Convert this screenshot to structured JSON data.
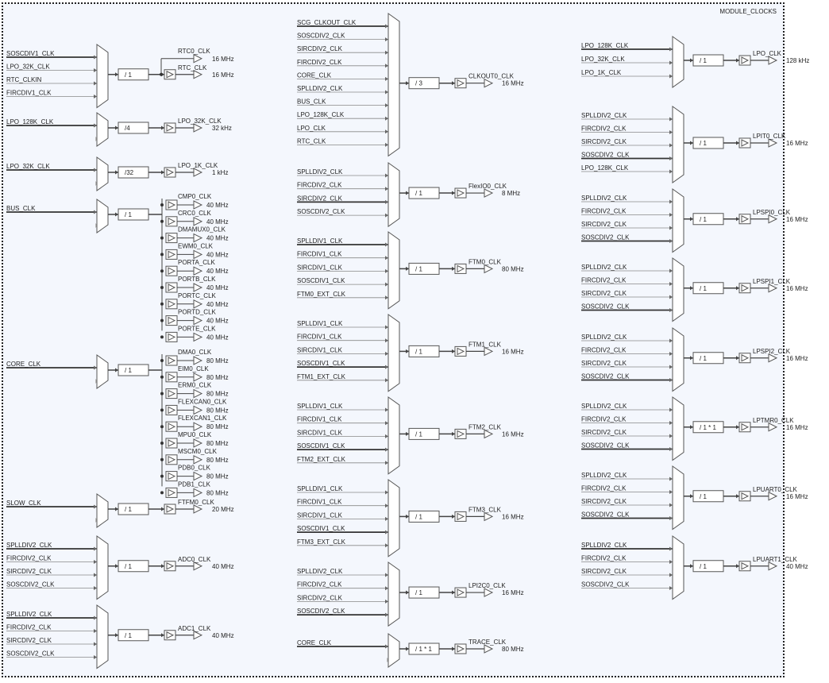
{
  "frame": {
    "title": "MODULE_CLOCKS"
  },
  "modules": [
    {
      "id": "rtc",
      "inputs": [
        "SOSCDIV1_CLK",
        "LPO_32K_CLK",
        "RTC_CLKIN",
        "FIRCDIV1_CLK"
      ],
      "active": 0,
      "divider": "/ 1",
      "outputs": [
        {
          "name": "RTC_CLK",
          "freq": "16 MHz"
        },
        {
          "name": "RTC0_CLK",
          "freq": "16 MHz"
        }
      ]
    },
    {
      "id": "lpo32k",
      "inputs": [
        "LPO_128K_CLK"
      ],
      "active": 0,
      "divider": "/4",
      "outputs": [
        {
          "name": "LPO_32K_CLK",
          "freq": "32 kHz"
        }
      ]
    },
    {
      "id": "lpo1k",
      "inputs": [
        "LPO_32K_CLK"
      ],
      "active": 0,
      "divider": "/32",
      "outputs": [
        {
          "name": "LPO_1K_CLK",
          "freq": "1 kHz"
        }
      ]
    },
    {
      "id": "bus",
      "inputs": [
        "BUS_CLK"
      ],
      "active": 0,
      "divider": "/ 1",
      "outputs": [
        {
          "name": "CMP0_CLK",
          "freq": "40 MHz"
        },
        {
          "name": "CRC0_CLK",
          "freq": "40 MHz"
        },
        {
          "name": "DMAMUX0_CLK",
          "freq": "40 MHz"
        },
        {
          "name": "EWM0_CLK",
          "freq": "40 MHz"
        },
        {
          "name": "PORTA_CLK",
          "freq": "40 MHz"
        },
        {
          "name": "PORTB_CLK",
          "freq": "40 MHz"
        },
        {
          "name": "PORTC_CLK",
          "freq": "40 MHz"
        },
        {
          "name": "PORTD_CLK",
          "freq": "40 MHz"
        },
        {
          "name": "PORTE_CLK",
          "freq": "40 MHz"
        }
      ]
    },
    {
      "id": "core",
      "inputs": [
        "CORE_CLK"
      ],
      "active": 0,
      "divider": "/ 1",
      "outputs": [
        {
          "name": "DMA0_CLK",
          "freq": "80 MHz"
        },
        {
          "name": "EIM0_CLK",
          "freq": "80 MHz"
        },
        {
          "name": "ERM0_CLK",
          "freq": "80 MHz"
        },
        {
          "name": "FLEXCAN0_CLK",
          "freq": "80 MHz"
        },
        {
          "name": "FLEXCAN1_CLK",
          "freq": "80 MHz"
        },
        {
          "name": "MPU0_CLK",
          "freq": "80 MHz"
        },
        {
          "name": "MSCM0_CLK",
          "freq": "80 MHz"
        },
        {
          "name": "PDB0_CLK",
          "freq": "80 MHz"
        },
        {
          "name": "PDB1_CLK",
          "freq": "80 MHz"
        }
      ]
    },
    {
      "id": "slow",
      "inputs": [
        "SLOW_CLK"
      ],
      "active": 0,
      "divider": "/ 1",
      "outputs": [
        {
          "name": "FTFM0_CLK",
          "freq": "20 MHz"
        }
      ]
    },
    {
      "id": "adc0",
      "inputs": [
        "SPLLDIV2_CLK",
        "FIRCDIV2_CLK",
        "SIRCDIV2_CLK",
        "SOSCDIV2_CLK"
      ],
      "active": 0,
      "divider": "/ 1",
      "outputs": [
        {
          "name": "ADC0_CLK",
          "freq": "40 MHz"
        }
      ]
    },
    {
      "id": "adc1",
      "inputs": [
        "SPLLDIV2_CLK",
        "FIRCDIV2_CLK",
        "SIRCDIV2_CLK",
        "SOSCDIV2_CLK"
      ],
      "active": 0,
      "divider": "/ 1",
      "outputs": [
        {
          "name": "ADC1_CLK",
          "freq": "40 MHz"
        }
      ]
    },
    {
      "id": "clkout",
      "inputs": [
        "SCG_CLKOUT_CLK",
        "SOSCDIV2_CLK",
        "SIRCDIV2_CLK",
        "FIRCDIV2_CLK",
        "CORE_CLK",
        "SPLLDIV2_CLK",
        "BUS_CLK",
        "LPO_128K_CLK",
        "LPO_CLK",
        "RTC_CLK"
      ],
      "active": 0,
      "divider": "/ 3",
      "outputs": [
        {
          "name": "CLKOUT0_CLK",
          "freq": "16 MHz"
        }
      ]
    },
    {
      "id": "flexio",
      "inputs": [
        "SPLLDIV2_CLK",
        "FIRCDIV2_CLK",
        "SIRCDIV2_CLK",
        "SOSCDIV2_CLK"
      ],
      "active": 2,
      "divider": "/ 1",
      "outputs": [
        {
          "name": "FlexIO0_CLK",
          "freq": "8 MHz"
        }
      ]
    },
    {
      "id": "ftm0",
      "inputs": [
        "SPLLDIV1_CLK",
        "FIRCDIV1_CLK",
        "SIRCDIV1_CLK",
        "SOSCDIV1_CLK",
        "FTM0_EXT_CLK"
      ],
      "active": 0,
      "divider": "/ 1",
      "outputs": [
        {
          "name": "FTM0_CLK",
          "freq": "80 MHz"
        }
      ]
    },
    {
      "id": "ftm1",
      "inputs": [
        "SPLLDIV1_CLK",
        "FIRCDIV1_CLK",
        "SIRCDIV1_CLK",
        "SOSCDIV1_CLK",
        "FTM1_EXT_CLK"
      ],
      "active": 3,
      "divider": "/ 1",
      "outputs": [
        {
          "name": "FTM1_CLK",
          "freq": "16 MHz"
        }
      ]
    },
    {
      "id": "ftm2",
      "inputs": [
        "SPLLDIV1_CLK",
        "FIRCDIV1_CLK",
        "SIRCDIV1_CLK",
        "SOSCDIV1_CLK",
        "FTM2_EXT_CLK"
      ],
      "active": 3,
      "divider": "/ 1",
      "outputs": [
        {
          "name": "FTM2_CLK",
          "freq": "16 MHz"
        }
      ]
    },
    {
      "id": "ftm3",
      "inputs": [
        "SPLLDIV1_CLK",
        "FIRCDIV1_CLK",
        "SIRCDIV1_CLK",
        "SOSCDIV1_CLK",
        "FTM3_EXT_CLK"
      ],
      "active": 3,
      "divider": "/ 1",
      "outputs": [
        {
          "name": "FTM3_CLK",
          "freq": "16 MHz"
        }
      ]
    },
    {
      "id": "lpi2c0",
      "inputs": [
        "SPLLDIV2_CLK",
        "FIRCDIV2_CLK",
        "SIRCDIV2_CLK",
        "SOSCDIV2_CLK"
      ],
      "active": 3,
      "divider": "/ 1",
      "outputs": [
        {
          "name": "LPI2C0_CLK",
          "freq": "16 MHz"
        }
      ]
    },
    {
      "id": "trace",
      "inputs": [
        "CORE_CLK"
      ],
      "active": 0,
      "divider": "/ 1 * 1",
      "outputs": [
        {
          "name": "TRACE_CLK",
          "freq": "80 MHz"
        }
      ]
    },
    {
      "id": "lpo",
      "inputs": [
        "LPO_128K_CLK",
        "LPO_32K_CLK",
        "LPO_1K_CLK"
      ],
      "active": 0,
      "divider": "/ 1",
      "outputs": [
        {
          "name": "LPO_CLK",
          "freq": "128 kHz"
        }
      ]
    },
    {
      "id": "lpit0",
      "inputs": [
        "SPLLDIV2_CLK",
        "FIRCDIV2_CLK",
        "SIRCDIV2_CLK",
        "SOSCDIV2_CLK",
        "LPO_128K_CLK"
      ],
      "active": 3,
      "divider": "/ 1",
      "outputs": [
        {
          "name": "LPIT0_CLK",
          "freq": "16 MHz"
        }
      ]
    },
    {
      "id": "lpspi0",
      "inputs": [
        "SPLLDIV2_CLK",
        "FIRCDIV2_CLK",
        "SIRCDIV2_CLK",
        "SOSCDIV2_CLK"
      ],
      "active": 3,
      "divider": "/ 1",
      "outputs": [
        {
          "name": "LPSPI0_CLK",
          "freq": "16 MHz"
        }
      ]
    },
    {
      "id": "lpspi1",
      "inputs": [
        "SPLLDIV2_CLK",
        "FIRCDIV2_CLK",
        "SIRCDIV2_CLK",
        "SOSCDIV2_CLK"
      ],
      "active": 3,
      "divider": "/ 1",
      "outputs": [
        {
          "name": "LPSPI1_CLK",
          "freq": "16 MHz"
        }
      ]
    },
    {
      "id": "lpspi2",
      "inputs": [
        "SPLLDIV2_CLK",
        "FIRCDIV2_CLK",
        "SIRCDIV2_CLK",
        "SOSCDIV2_CLK"
      ],
      "active": 3,
      "divider": "/ 1",
      "outputs": [
        {
          "name": "LPSPI2_CLK",
          "freq": "16 MHz"
        }
      ]
    },
    {
      "id": "lptmr0",
      "inputs": [
        "SPLLDIV2_CLK",
        "FIRCDIV2_CLK",
        "SIRCDIV2_CLK",
        "SOSCDIV2_CLK"
      ],
      "active": 3,
      "divider": "/ 1 * 1",
      "outputs": [
        {
          "name": "LPTMR0_CLK",
          "freq": "16 MHz"
        }
      ]
    },
    {
      "id": "lpuart0",
      "inputs": [
        "SPLLDIV2_CLK",
        "FIRCDIV2_CLK",
        "SIRCDIV2_CLK",
        "SOSCDIV2_CLK"
      ],
      "active": 3,
      "divider": "/ 1",
      "outputs": [
        {
          "name": "LPUART0_CLK",
          "freq": "16 MHz"
        }
      ]
    },
    {
      "id": "lpuart1",
      "inputs": [
        "SPLLDIV2_CLK",
        "FIRCDIV2_CLK",
        "SIRCDIV2_CLK",
        "SOSCDIV2_CLK"
      ],
      "active": 0,
      "divider": "/ 1",
      "outputs": [
        {
          "name": "LPUART1_CLK",
          "freq": "40 MHz"
        }
      ]
    }
  ],
  "colors": {
    "line": "#444444",
    "active": "#333333",
    "stroke": "#555555",
    "text": "#222222"
  }
}
